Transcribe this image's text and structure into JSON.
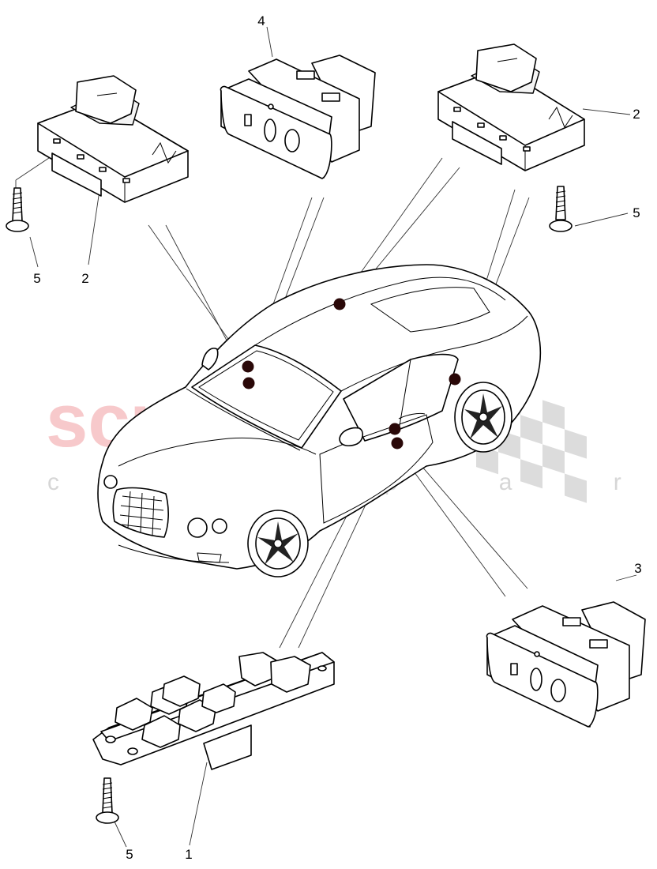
{
  "watermark": {
    "main_text": "scuderia",
    "sub_text": "c a r p a r t s",
    "main_color": "#f7c9cb",
    "sub_color": "#d6d6d6"
  },
  "callouts": [
    {
      "id": "callout-1",
      "label": "1"
    },
    {
      "id": "callout-2-left",
      "label": "2"
    },
    {
      "id": "callout-2-right",
      "label": "2"
    },
    {
      "id": "callout-3",
      "label": "3"
    },
    {
      "id": "callout-4",
      "label": "4"
    },
    {
      "id": "callout-5-top-left",
      "label": "5"
    },
    {
      "id": "callout-5-top-right",
      "label": "5"
    },
    {
      "id": "callout-5-bottom",
      "label": "5"
    }
  ],
  "colors": {
    "line": "#000000",
    "marker_dot": "#2a0808",
    "background": "#ffffff"
  }
}
